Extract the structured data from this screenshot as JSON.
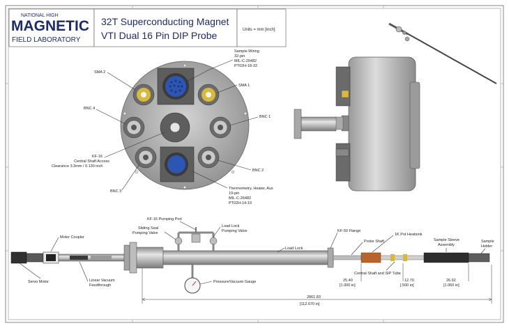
{
  "logo": {
    "line1": "NATIONAL HIGH",
    "line2": "MAGNETIC",
    "line3": "FIELD LABORATORY"
  },
  "title": {
    "line1": "32T Superconducting Magnet",
    "line2": "VTI Dual 16 Pin DIP Probe"
  },
  "units": "Units = mm [inch]",
  "top_view": {
    "sample_wiring": [
      "Sample Wiring",
      "32-pin",
      "MIL-C-26482",
      "PT02H-18-32"
    ],
    "sma1": "SMA 1",
    "sma2": "SMA 2",
    "bnc1": "BNC 1",
    "bnc2": "BNC 2",
    "bnc3": "BNC 3",
    "bnc4": "BNC 4",
    "kf16": [
      "KF-16",
      "Central Shaft Access",
      "Clearance 3.3mm / 0.130 inch"
    ],
    "thermometry": [
      "Thermometry, Heater, Aux",
      "19-pin",
      "MIL-C-26482",
      "PT02H-14-19"
    ]
  },
  "side_labels": {
    "kf16_port": "KF-16 Pumping Port",
    "sliding_seal": [
      "Sliding Seal",
      "Pumping Valve"
    ],
    "load_lock_valve": [
      "Load Lock",
      "Pumping Valve"
    ],
    "motor_coupler": "Motor Coupler",
    "load_lock": "Load Lock",
    "kf50": "KF-50 Flange",
    "probe_shaft": "Probe Shaft",
    "pot_heatsink": "1K Pot Heatsink",
    "sample_sleeve": [
      "Sample Sleeve",
      "Assembly"
    ],
    "sample_holder": [
      "Sample",
      "Holder"
    ],
    "servo_motor": "Servo Motor",
    "linear_feedthrough": [
      "Linear Vacuum",
      "Feedthrough"
    ],
    "gauge": "Pressure/Vacuum Gauge",
    "central_shaft": "Central Shaft and SIP Tube"
  },
  "dimensions": {
    "d1": [
      "25.40",
      "[1.000 in]"
    ],
    "d2": [
      "12.70",
      "[.500 in]"
    ],
    "d3": [
      "26.92",
      "[1.060 in]"
    ],
    "overall": [
      "2861.83",
      "[112.670 in]"
    ]
  },
  "colors": {
    "brand": "#1d2a6b",
    "metal": "#b9b9b9",
    "brass": "#d9b93a",
    "connector_blue": "#2d55b3"
  }
}
